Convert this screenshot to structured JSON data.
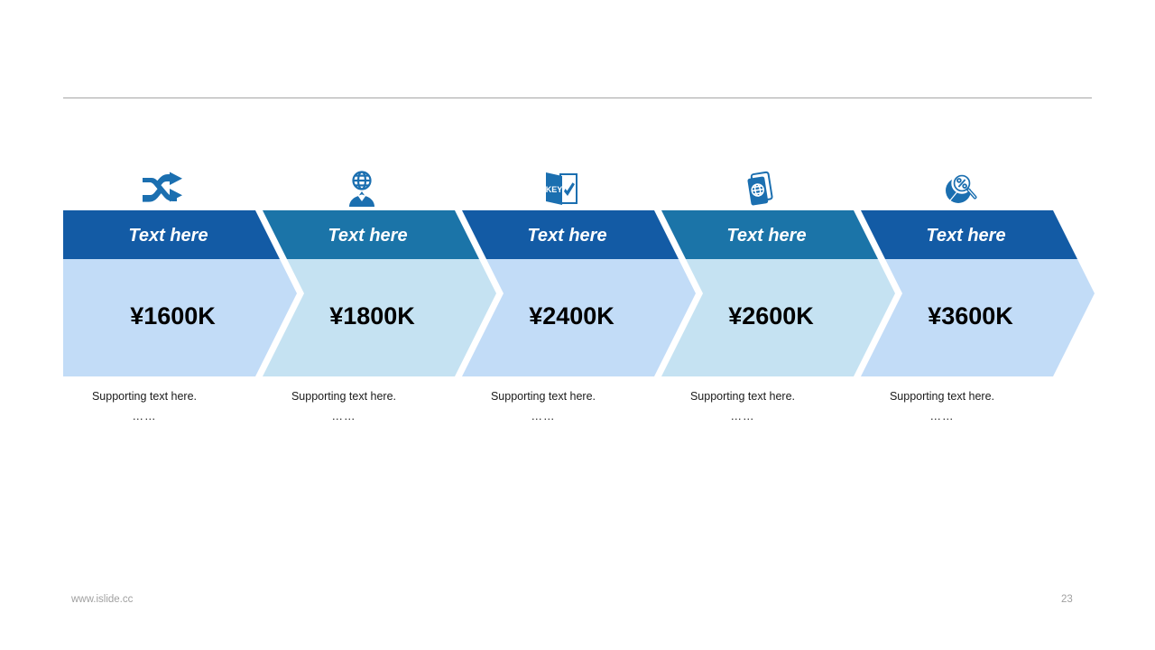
{
  "slide": {
    "page_number": "23",
    "footer_url": "www.islide.cc",
    "background_color": "#ffffff",
    "divider_color": "#a6a6a6"
  },
  "palette": {
    "header_dark": "#135BA5",
    "header_teal": "#1B74A8",
    "body_light_blue": "#C2DCF7",
    "body_light_cyan": "#C5E2F2",
    "icon_blue": "#1B6FB0",
    "amount_text": "#000000",
    "title_text": "#ffffff",
    "support_text": "#1a1a1a",
    "footer_text": "#a0a0a0"
  },
  "chart_data": {
    "type": "bar",
    "title": "",
    "xlabel": "",
    "ylabel": "",
    "categories": [
      "Text here",
      "Text here",
      "Text here",
      "Text here",
      "Text here"
    ],
    "values": [
      1600,
      1800,
      2400,
      2600,
      3600
    ],
    "value_labels": [
      "¥1600K",
      "¥1800K",
      "¥2400K",
      "¥2600K",
      "¥3600K"
    ],
    "unit": "K",
    "currency": "¥",
    "legend": [],
    "grid": false
  },
  "segments": [
    {
      "index": 1,
      "title": "Text here",
      "amount": "¥1600K",
      "support": "Supporting text here.",
      "dots": "……",
      "icon": "shuffle-arrows-icon",
      "header_color": "#135BA5",
      "body_color": "#C2DCF7"
    },
    {
      "index": 2,
      "title": "Text here",
      "amount": "¥1800K",
      "support": "Supporting text here.",
      "dots": "……",
      "icon": "global-person-icon",
      "header_color": "#1B74A8",
      "body_color": "#C5E2F2"
    },
    {
      "index": 3,
      "title": "Text here",
      "amount": "¥2400K",
      "support": "Supporting text here.",
      "dots": "……",
      "icon": "key-door-icon",
      "header_color": "#135BA5",
      "body_color": "#C2DCF7"
    },
    {
      "index": 4,
      "title": "Text here",
      "amount": "¥2600K",
      "support": "Supporting text here.",
      "dots": "……",
      "icon": "passport-globe-icon",
      "header_color": "#1B74A8",
      "body_color": "#C5E2F2"
    },
    {
      "index": 5,
      "title": "Text here",
      "amount": "¥3600K",
      "support": "Supporting text here.",
      "dots": "……",
      "icon": "percent-magnifier-icon",
      "header_color": "#135BA5",
      "body_color": "#C2DCF7"
    }
  ]
}
